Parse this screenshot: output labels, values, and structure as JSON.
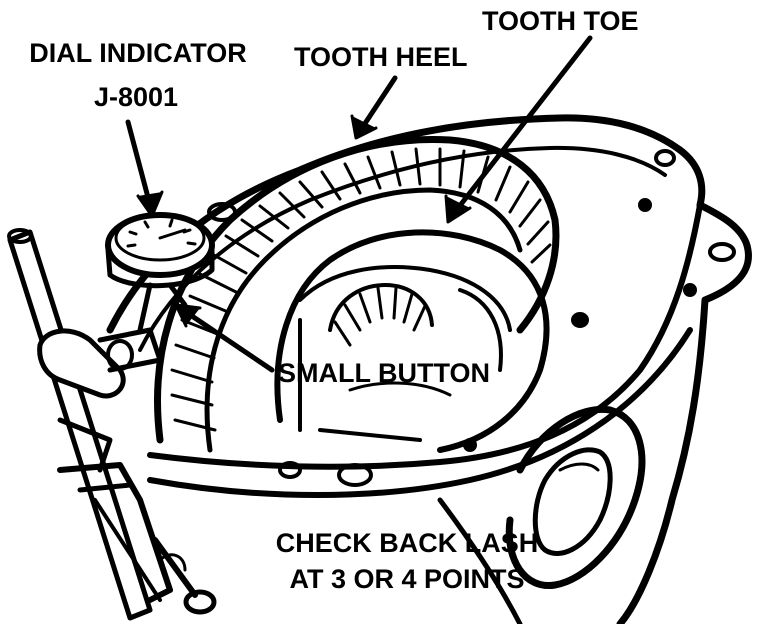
{
  "labels": {
    "dial_indicator": "DIAL INDICATOR",
    "tool_number": "J-8001",
    "tooth_heel": "TOOTH HEEL",
    "tooth_toe": "TOOTH TOE",
    "small_button": "SMALL BUTTON",
    "check_line1": "CHECK BACK LASH",
    "check_line2": "AT 3 OR 4 POINTS"
  },
  "colors": {
    "ink": "#000000",
    "paper": "#ffffff"
  },
  "icons": [
    "dial-indicator-icon",
    "ring-gear-icon",
    "differential-case-icon",
    "clamp-icon"
  ]
}
